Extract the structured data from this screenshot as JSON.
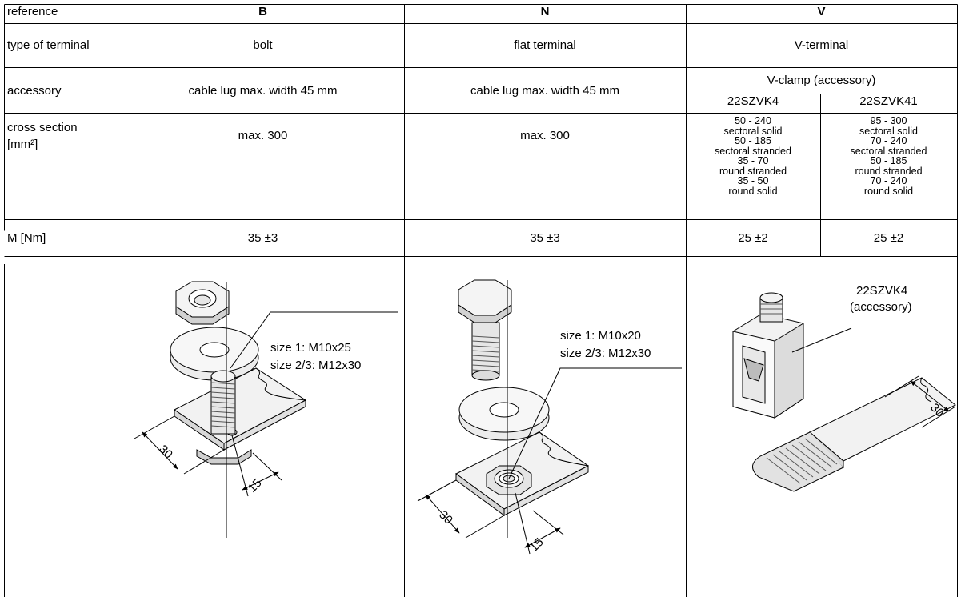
{
  "headers": {
    "reference": "reference",
    "b": "B",
    "n": "N",
    "v": "V"
  },
  "type_row": {
    "label": "type of terminal",
    "b": "bolt",
    "n": "flat terminal",
    "v": "V-terminal"
  },
  "accessory_row": {
    "label": "accessory",
    "b": "cable lug max. width 45 mm",
    "n": "cable lug max. width 45 mm",
    "v": "V-clamp (accessory)",
    "v1": "22SZVK4",
    "v2": "22SZVK41"
  },
  "cross_row": {
    "label_line1": "cross section",
    "label_line2": "[mm²]",
    "b": "max. 300",
    "n": "max. 300",
    "v1": [
      "50 - 240",
      "sectoral solid",
      "50 - 185",
      "sectoral stranded",
      "35 - 70",
      "round stranded",
      "35 - 50",
      "round solid"
    ],
    "v2": [
      "95 - 300",
      "sectoral solid",
      "70 - 240",
      "sectoral stranded",
      "50 - 185",
      "round stranded",
      "70 - 240",
      "round solid"
    ]
  },
  "torque_row": {
    "label": "M [Nm]",
    "b": "35 ±3",
    "n": "35 ±3",
    "v1": "25 ±2",
    "v2": "25 ±2"
  },
  "drawings": {
    "bolt": {
      "size1": "size 1:   M10x25",
      "size23": "size 2/3: M12x30",
      "dim_width": "30",
      "dim_hole": "15"
    },
    "flat": {
      "size1": "size 1:   M10x20",
      "size23": "size 2/3: M12x30",
      "dim_width": "30",
      "dim_hole": "15"
    },
    "vclamp": {
      "name": "22SZVK4",
      "note": "(accessory)",
      "dim_width": "30"
    }
  }
}
